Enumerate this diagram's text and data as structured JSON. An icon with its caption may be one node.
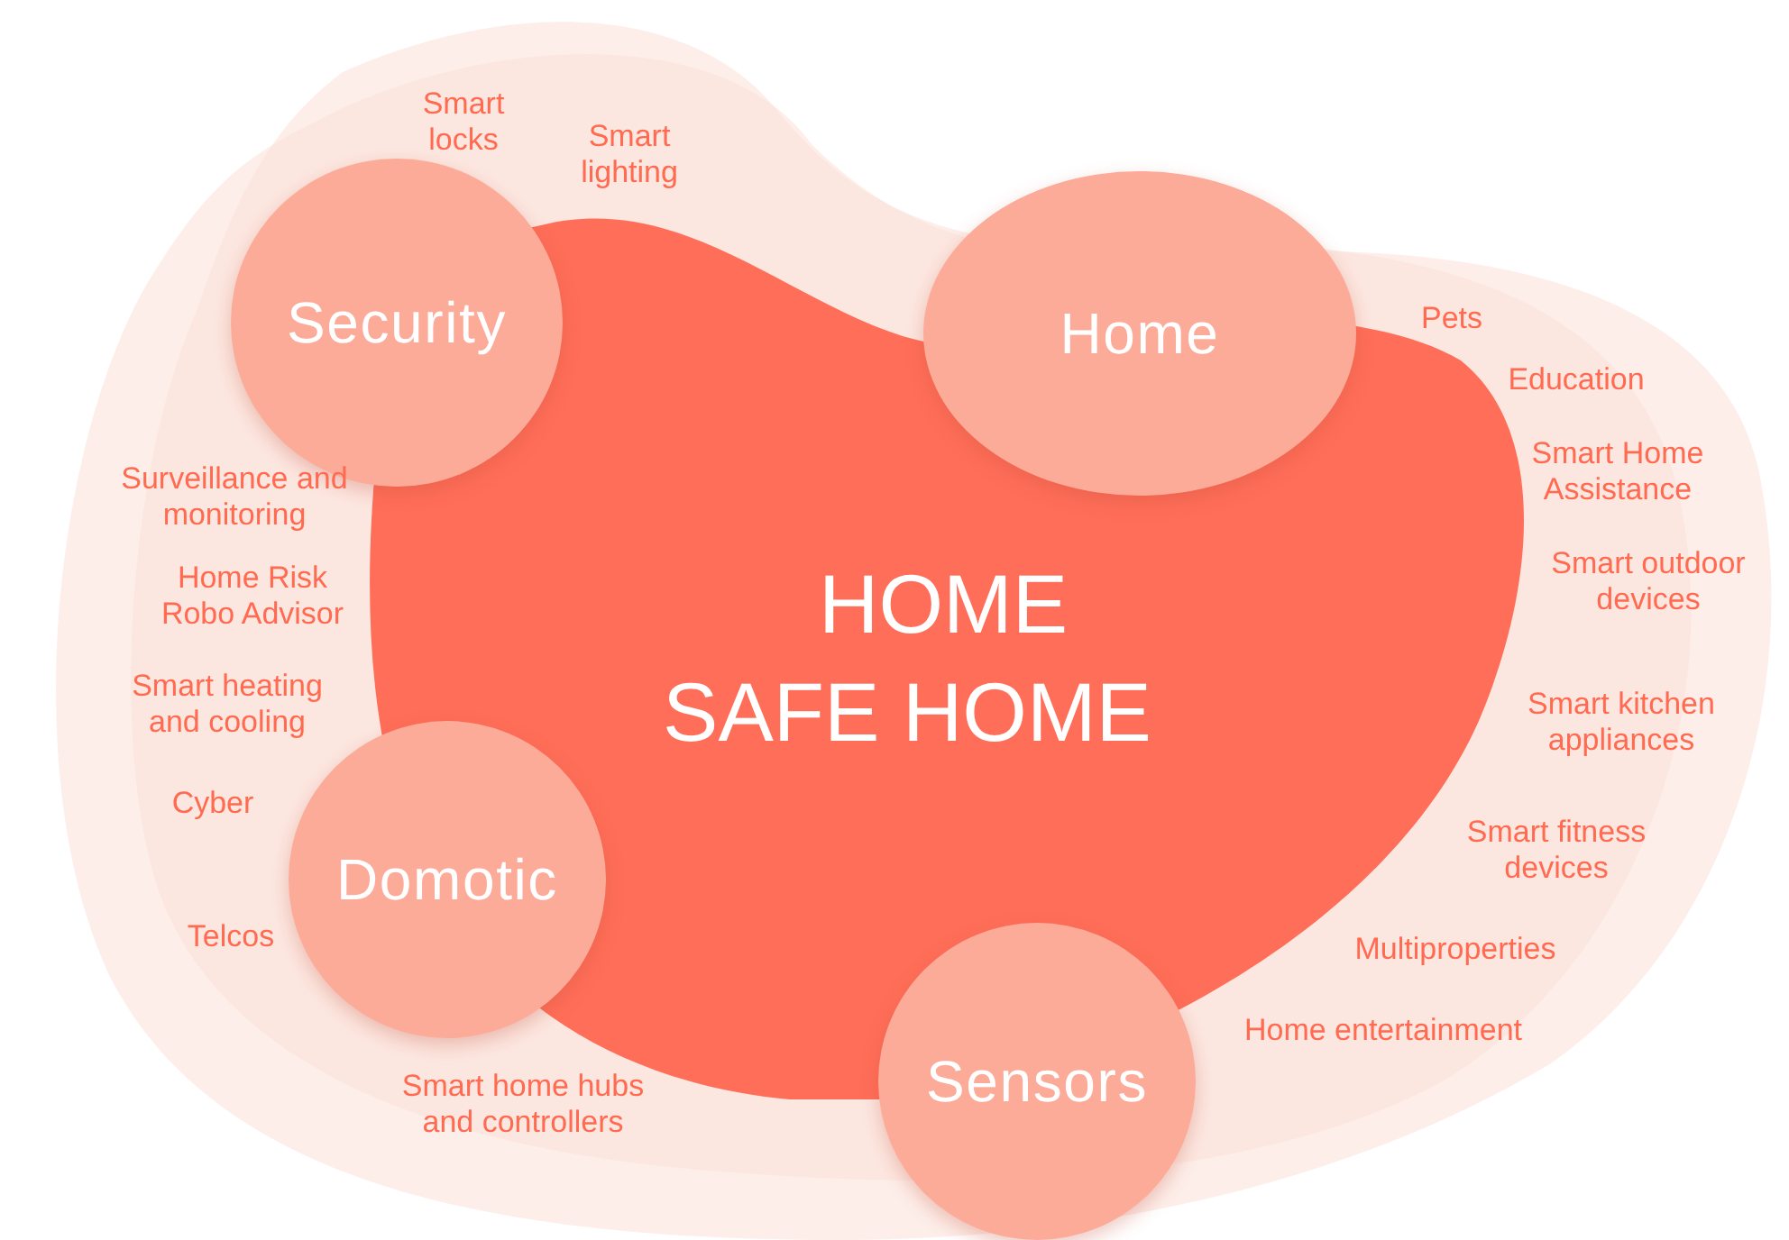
{
  "diagram": {
    "nodes": [
      {
        "text": [
          "HOME SAFE HOME"
        ]
      },
      {
        "text": [
          "Security"
        ]
      },
      {
        "text": [
          "Home"
        ]
      },
      {
        "text": [
          "Domotic"
        ]
      },
      {
        "text": [
          "Sensors"
        ]
      }
    ],
    "labels": [
      "Smart locks",
      "Smart lighting",
      "Pets",
      "Education",
      "Smart Home Assistance",
      "Surveillance and monitoring",
      "Smart outdoor devices",
      "Home Risk Robo Advisor",
      "Smart heating and cooling",
      "Smart kitchen appliances",
      "Cyber",
      "Smart fitness devices",
      "Telcos",
      "Multiproperties",
      "Home entertainment",
      "Smart home hubs and controllers"
    ]
  }
}
